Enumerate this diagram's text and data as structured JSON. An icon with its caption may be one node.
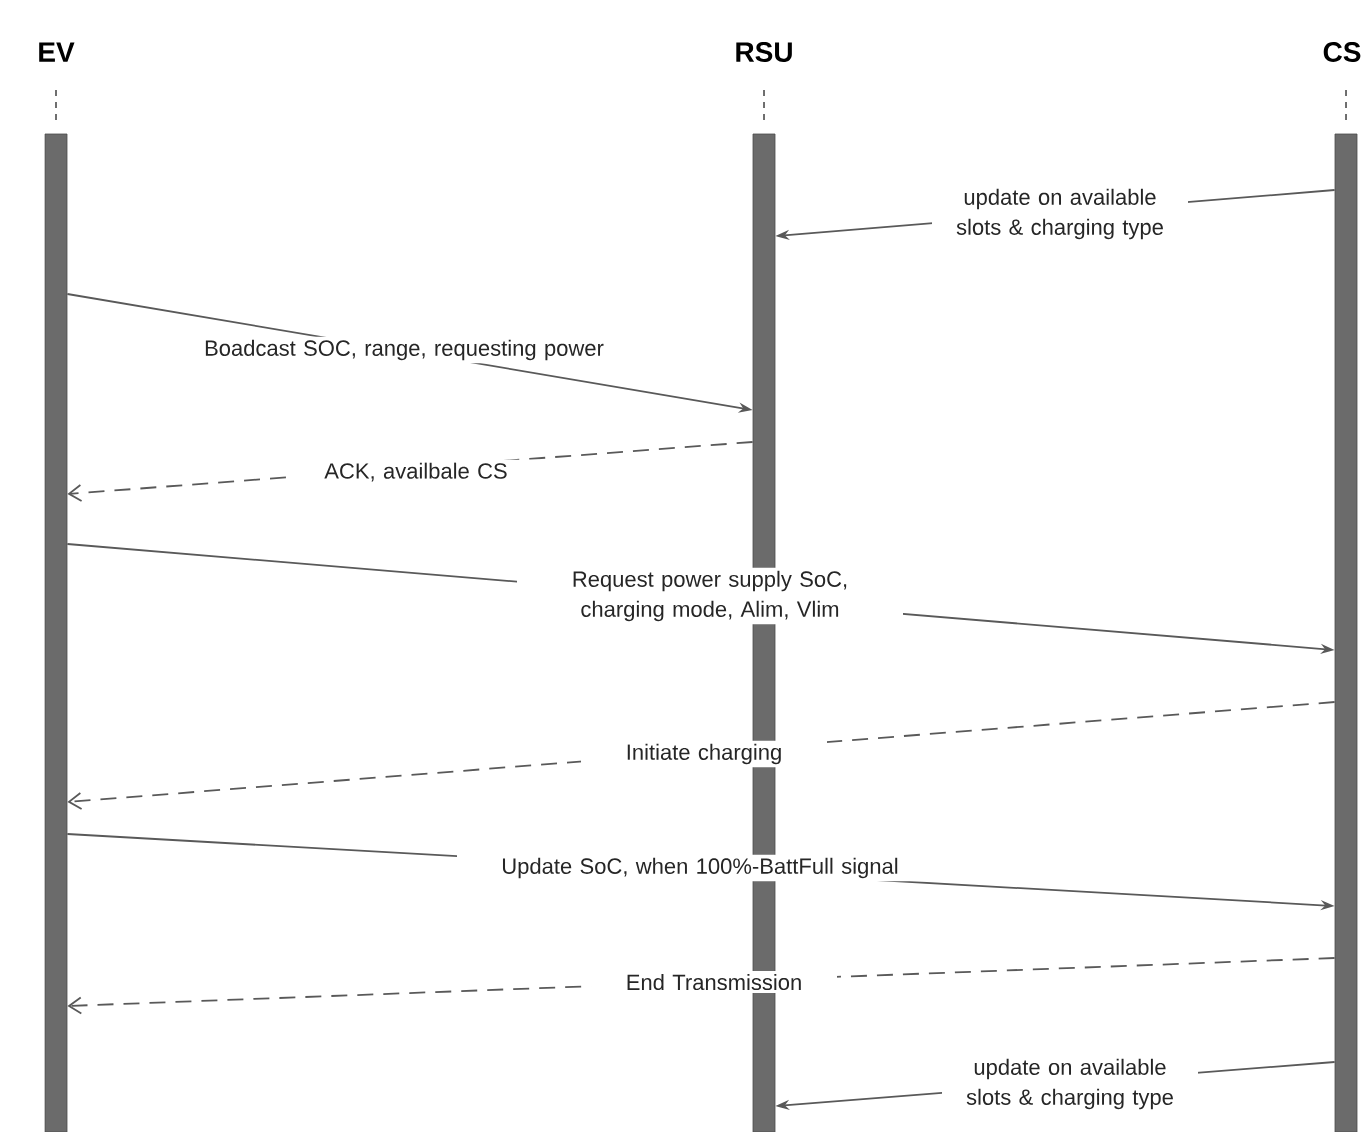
{
  "diagram": {
    "nodes": [
      {
        "text": [
          "EV"
        ]
      },
      {
        "text": [
          "RSU"
        ]
      },
      {
        "text": [
          "CS"
        ]
      }
    ],
    "edges": [
      {
        "from": 2,
        "to": 1,
        "arrow": "to",
        "label": "update on available slots & charging type"
      },
      {
        "from": 0,
        "to": 1,
        "arrow": "to",
        "label": "Boadcast SOC, range, requesting power"
      },
      {
        "from": 1,
        "to": 0,
        "arrow": "to",
        "label": "ACK, availbale CS",
        "style": "dashed"
      },
      {
        "from": 0,
        "to": 2,
        "arrow": "to",
        "label": "Request power supply SoC, charging mode, Alim, Vlim"
      },
      {
        "from": 2,
        "to": 0,
        "arrow": "to",
        "label": "Initiate charging",
        "style": "dashed"
      },
      {
        "from": 0,
        "to": 2,
        "arrow": "to",
        "label": "Update SoC, when 100%-BattFull signal"
      },
      {
        "from": 2,
        "to": 0,
        "arrow": "to",
        "label": "End Transmission",
        "style": "dashed"
      },
      {
        "from": 2,
        "to": 1,
        "arrow": "to",
        "label": "update on available slots & charging type"
      }
    ]
  }
}
